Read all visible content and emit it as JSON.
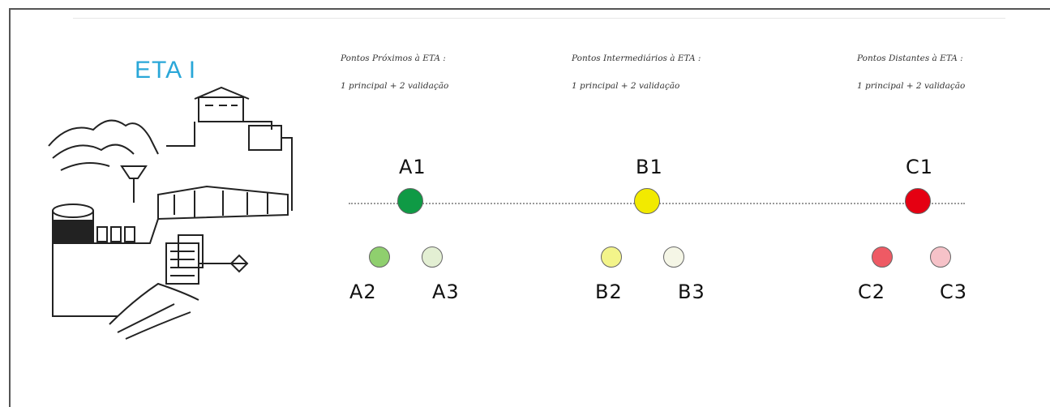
{
  "station": {
    "title": "ETA I"
  },
  "groups": [
    {
      "heading": "Pontos Próximos à ETA :",
      "composition": "1 principal + 2 validação",
      "primary": {
        "label": "A1",
        "color": "#0f9a45"
      },
      "secondary": [
        {
          "label": "A2",
          "color": "#8fcf6e"
        },
        {
          "label": "A3",
          "color": "#e3efd3"
        }
      ]
    },
    {
      "heading": "Pontos Intermediários à ETA :",
      "composition": "1 principal + 2 validação",
      "primary": {
        "label": "B1",
        "color": "#f2ea00"
      },
      "secondary": [
        {
          "label": "B2",
          "color": "#f3f48a"
        },
        {
          "label": "B3",
          "color": "#f5f6e6"
        }
      ]
    },
    {
      "heading": "Pontos Distantes à ETA :",
      "composition": "1 principal + 2 validação",
      "primary": {
        "label": "C1",
        "color": "#e50012"
      },
      "secondary": [
        {
          "label": "C2",
          "color": "#ee5a64"
        },
        {
          "label": "C3",
          "color": "#f6c2c8"
        }
      ]
    }
  ]
}
